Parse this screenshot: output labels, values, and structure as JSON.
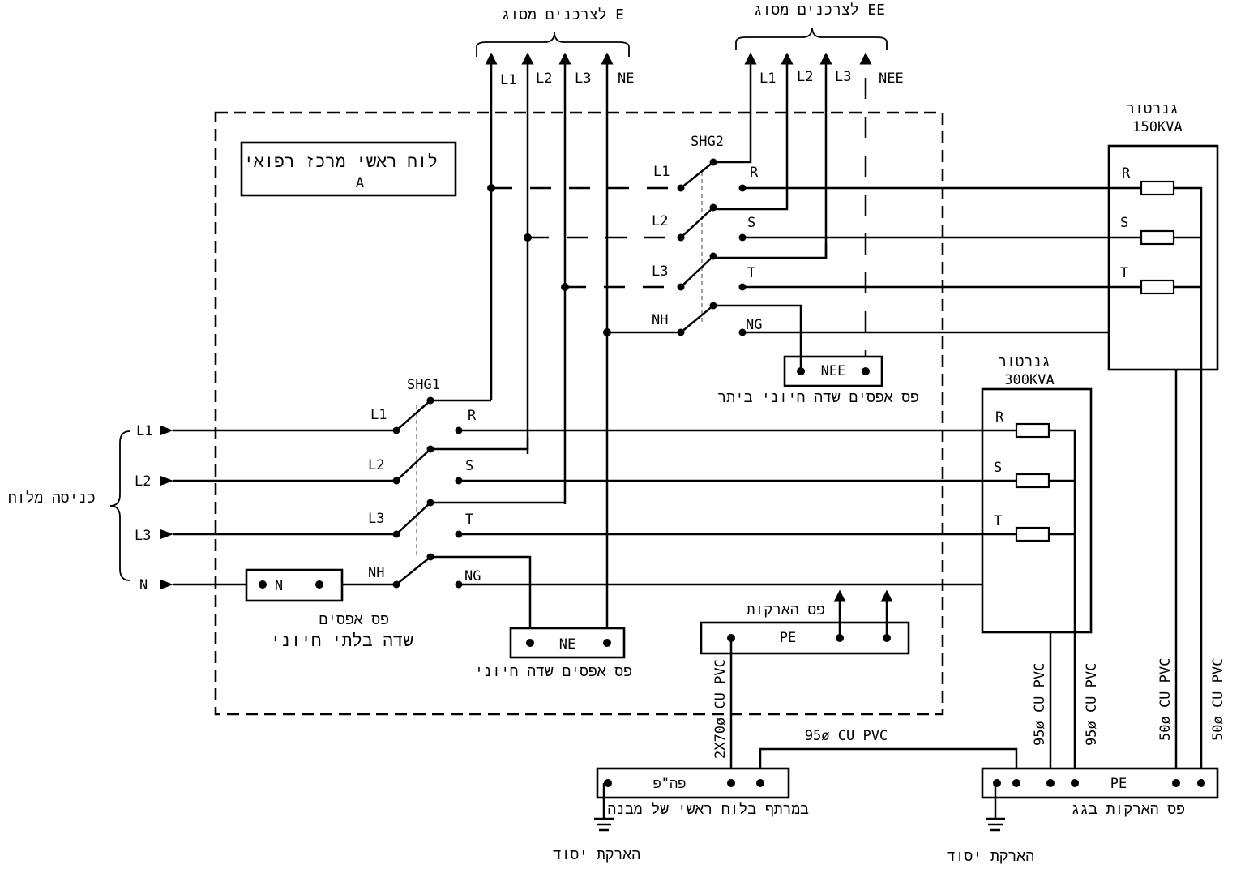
{
  "top_groups": {
    "e_label": "לצרכנים מסוג E",
    "ee_label": "לצרכנים מסוג EE",
    "e_lines": [
      "L1",
      "L2",
      "L3",
      "NE"
    ],
    "ee_lines": [
      "L1",
      "L2",
      "L3",
      "NEE"
    ]
  },
  "main_panel": {
    "title": "לוח ראשי מרכז רפואי",
    "subtitle": "A"
  },
  "shg2": {
    "name": "SHG2",
    "poles": [
      "L1",
      "L2",
      "L3",
      "NH"
    ],
    "contacts": [
      "R",
      "S",
      "T",
      "NG"
    ]
  },
  "shg1": {
    "name": "SHG1",
    "poles": [
      "L1",
      "L2",
      "L3",
      "NH"
    ],
    "contacts": [
      "R",
      "S",
      "T",
      "NG"
    ]
  },
  "incoming": {
    "label": "כניסה מלוח",
    "lines": [
      "L1",
      "L2",
      "L3",
      "N"
    ]
  },
  "n_bar": {
    "label": "N",
    "caption_line1": "פס אפסים",
    "caption_line2": "שדה בלתי חיוני"
  },
  "ne_bar": {
    "label": "NE",
    "caption": "פס אפסים שדה חיוני"
  },
  "nee_bar": {
    "label": "NEE",
    "caption": "פס אפסים שדה חיוני ביתר"
  },
  "pe_panel_bar": {
    "label": "PE",
    "caption": "פס הארקות"
  },
  "gen150": {
    "title": "גנרטור",
    "rating": "150KVA",
    "phases": [
      "R",
      "S",
      "T"
    ]
  },
  "gen300": {
    "title": "גנרטור",
    "rating": "300KVA",
    "phases": [
      "R",
      "S",
      "T"
    ]
  },
  "cables": {
    "panel_pe": "2X70ø CU PVC",
    "link": "95ø CU PVC",
    "gen300_a": "95ø CU PVC",
    "gen300_b": "95ø CU PVC",
    "gen150_a": "50ø CU PVC",
    "gen150_b": "50ø CU PVC"
  },
  "basement_bar": {
    "label": "פה\"פ",
    "caption": "במרתף בלוח ראשי של מבנה",
    "ground": "הארקת יסוד"
  },
  "roof_bar": {
    "label": "PE",
    "caption": "פס הארקות בגג",
    "ground": "הארקת יסוד"
  }
}
